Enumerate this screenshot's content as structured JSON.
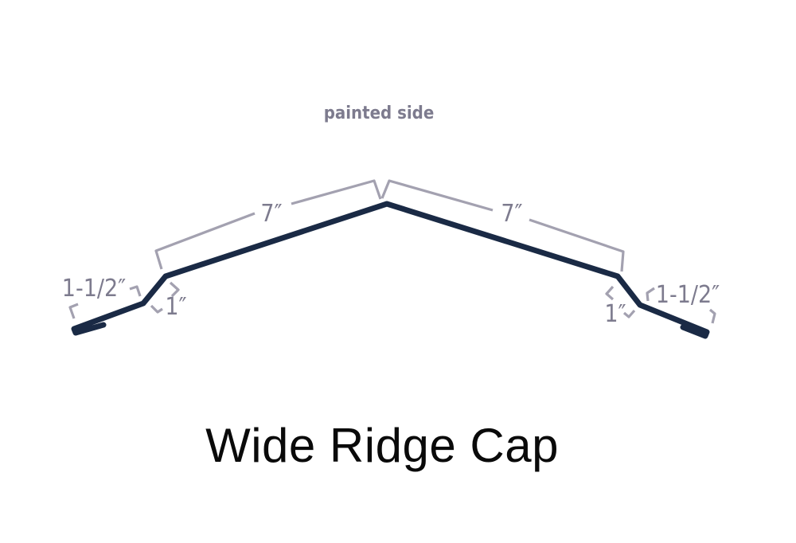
{
  "diagram": {
    "title": "Wide Ridge Cap",
    "label_painted_side": "painted side",
    "dimensions": {
      "left_hem_leg": "1-1/2″",
      "left_step": "1″",
      "left_slope": "7″",
      "right_slope": "7″",
      "right_step": "1″",
      "right_hem_leg": "1-1/2″"
    },
    "colors": {
      "profile": "#1a2a45",
      "dimension_lines": "#a3a1b0",
      "dimension_text": "#7d7b8e",
      "title": "#0a0a0a",
      "background": "#ffffff"
    }
  }
}
